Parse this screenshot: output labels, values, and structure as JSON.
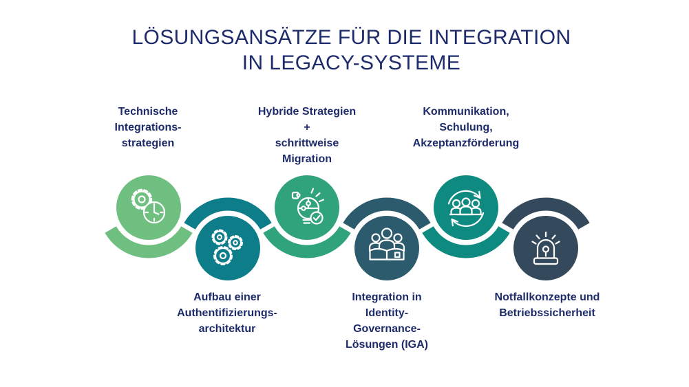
{
  "title": {
    "line1": "LÖSUNGSANSÄTZE FÜR DIE INTEGRATION",
    "line2": "IN LEGACY-SYSTEME"
  },
  "text_color": "#1d2b6b",
  "background_color": "#ffffff",
  "icon_stroke_color": "#ffffff",
  "steps": [
    {
      "id": 1,
      "position": "top",
      "icon": "gear-clock-icon",
      "color": "#6fbf80",
      "label_lines": [
        "Technische",
        "Integrations-",
        "strategien"
      ]
    },
    {
      "id": 2,
      "position": "bottom",
      "icon": "three-gears-icon",
      "color": "#0d7d8a",
      "label_lines": [
        "Aufbau einer",
        "Authentifizierungs-",
        "architektur"
      ]
    },
    {
      "id": 3,
      "position": "top",
      "icon": "puzzle-bulb-check-icon",
      "color": "#31a37c",
      "label_lines": [
        "Hybride Strategien",
        "+",
        "schrittweise",
        "Migration"
      ]
    },
    {
      "id": 4,
      "position": "bottom",
      "icon": "people-book-icon",
      "color": "#2d5b6e",
      "label_lines": [
        "Integration in",
        "Identity-",
        "Governance-",
        "Lösungen (IGA)"
      ]
    },
    {
      "id": 5,
      "position": "top",
      "icon": "people-cycle-icon",
      "color": "#0e8a80",
      "label_lines": [
        "Kommunikation,",
        "Schulung,",
        "Akzeptanzförderung"
      ]
    },
    {
      "id": 6,
      "position": "bottom",
      "icon": "siren-icon",
      "color": "#344a5c",
      "label_lines": [
        "Notfallkonzepte und",
        "Betriebssicherheit"
      ]
    }
  ]
}
